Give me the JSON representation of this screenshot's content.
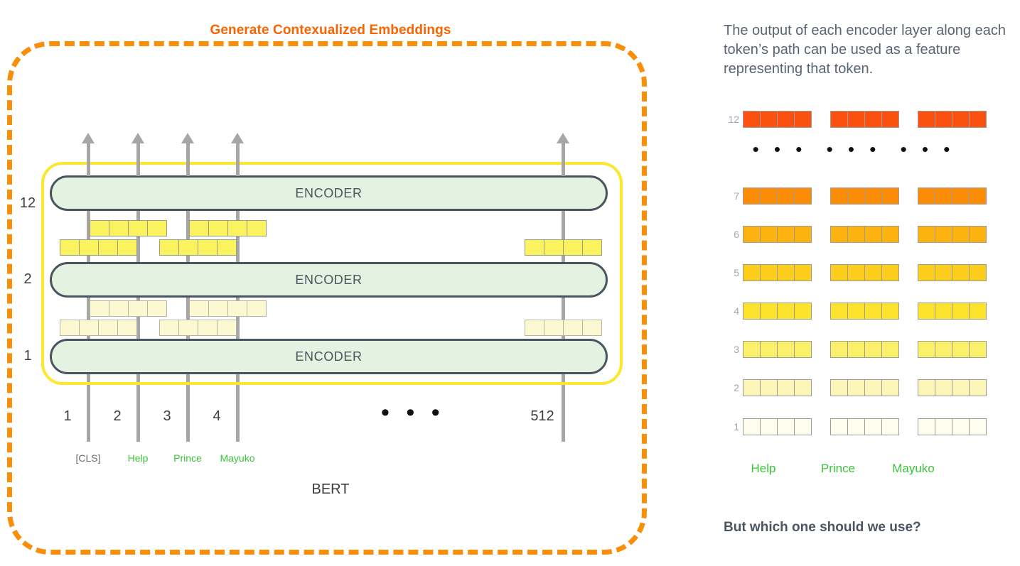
{
  "bert": {
    "title": "Generate Contexualized Embeddings",
    "footer_label": "BERT",
    "ellipsis": "• • •",
    "encoders": [
      {
        "layer": "12",
        "label": "ENCODER"
      },
      {
        "layer": "2",
        "label": "ENCODER"
      },
      {
        "layer": "1",
        "label": "ENCODER"
      }
    ],
    "tokens": [
      {
        "index": "1",
        "word": "[CLS]",
        "is_special": true
      },
      {
        "index": "2",
        "word": "Help",
        "is_special": false
      },
      {
        "index": "3",
        "word": "Prince",
        "is_special": false
      },
      {
        "index": "4",
        "word": "Mayuko",
        "is_special": false
      },
      {
        "index": "512",
        "word": "",
        "is_special": false
      }
    ],
    "vector_cells_per_token": 4,
    "colors": {
      "title": "#FA6400",
      "dashed_border": "#F98E09",
      "highlight_ring": "#FBE72E",
      "encoder_fill": "#E3F2E1",
      "encoder_stroke": "#4A5560",
      "token_path": "#A6A6A6",
      "vector_upper": "#FAF25E",
      "vector_lower": "#FBF8D2",
      "token_word": "#3AC43A",
      "special_token": "#6B6B6B"
    }
  },
  "features": {
    "caption": "The output of each encoder layer along each token’s path can be used as a feature representing that token.",
    "question": "But which one should we use?",
    "tokens": [
      "Help",
      "Prince",
      "Mayuko"
    ],
    "cells_per_strip": 4,
    "dots": "• • •",
    "layers": [
      {
        "label": "12",
        "color": "#FA5010"
      },
      {
        "label": "7",
        "color": "#FB8C04"
      },
      {
        "label": "6",
        "color": "#FCB310"
      },
      {
        "label": "5",
        "color": "#FDCD1C"
      },
      {
        "label": "4",
        "color": "#FDE32C"
      },
      {
        "label": "3",
        "color": "#FBF06A"
      },
      {
        "label": "2",
        "color": "#FBF6B8"
      },
      {
        "label": "1",
        "color": "#FEFDEE"
      }
    ]
  }
}
